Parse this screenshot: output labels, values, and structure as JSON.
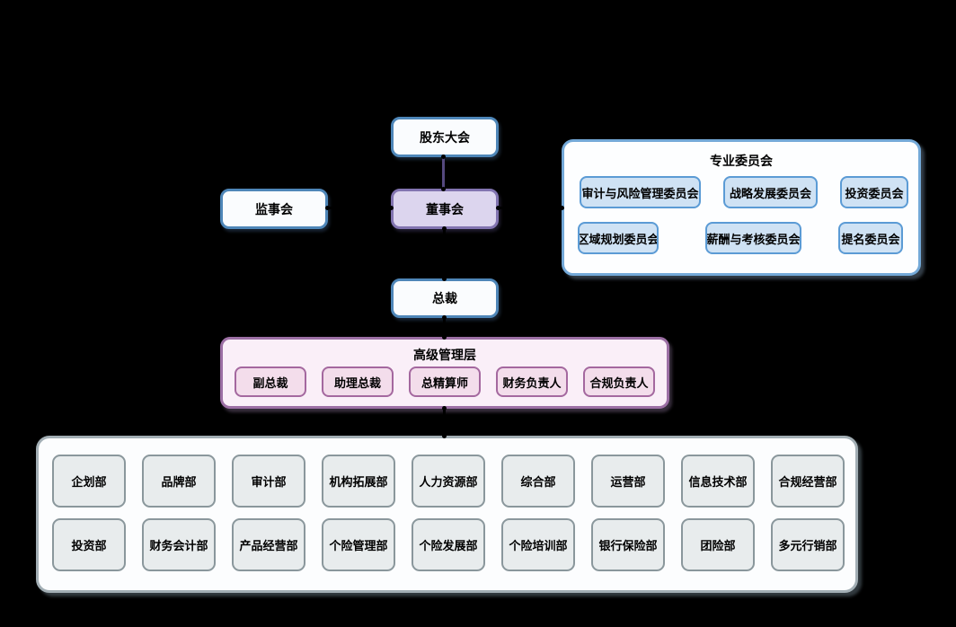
{
  "canvas": {
    "background": "#000000"
  },
  "nodes": {
    "shareholders": {
      "label": "股东大会"
    },
    "supervisory": {
      "label": "监事会"
    },
    "board": {
      "label": "董事会"
    },
    "president": {
      "label": "总裁"
    }
  },
  "committees_panel": {
    "title": "专业委员会",
    "items": [
      "审计与风险管理委员会",
      "战略发展委员会",
      "投资委员会",
      "区域规划委员会",
      "薪酬与考核委员会",
      "提名委员会"
    ]
  },
  "management_panel": {
    "title": "高级管理层",
    "items": [
      "副总裁",
      "助理总裁",
      "总精算师",
      "财务负责人",
      "合规负责人"
    ]
  },
  "departments_panel": {
    "rows": [
      [
        "企划部",
        "品牌部",
        "审计部",
        "机构拓展部",
        "人力资源部",
        "综合部",
        "运营部",
        "信息技术部",
        "合规经营部"
      ],
      [
        "投资部",
        "财务会计部",
        "产品经营部",
        "个险管理部",
        "个险发展部",
        "个险培训部",
        "银行保险部",
        "团险部",
        "多元行销部"
      ]
    ]
  },
  "colors": {
    "background": "#000000",
    "blue_node_fill": "#fafcfe",
    "blue_node_border": "#4e86b8",
    "purple_node_fill": "#dcd5ee",
    "purple_node_border": "#8274b0",
    "connector_visible": "#55497f",
    "committee_fill": "#cfe2f4",
    "committee_border": "#5b9bd5",
    "management_panel_fill": "#faeff8",
    "management_panel_border": "#9c6fa4",
    "management_fill": "#f3ddeb",
    "management_border": "#a4689f",
    "department_panel_border": "#a2aeb4",
    "department_fill": "#e8eced",
    "department_border": "#8a979c"
  }
}
